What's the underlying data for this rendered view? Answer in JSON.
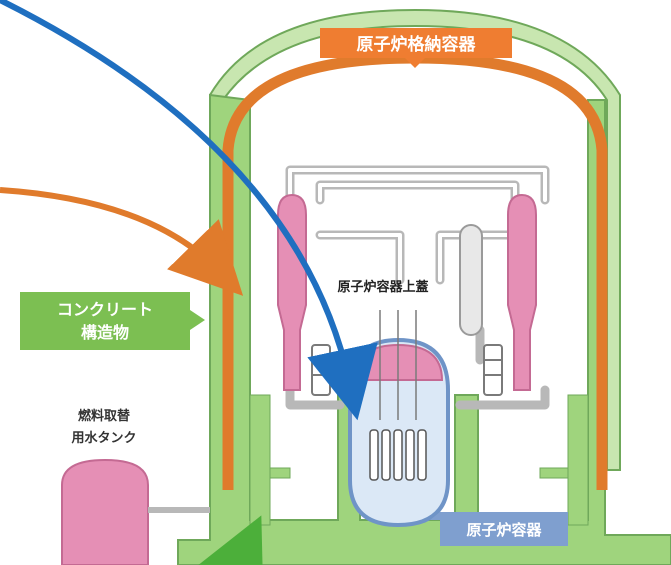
{
  "labels": {
    "containment_vessel": "原子炉格納容器",
    "concrete_structure_line1": "コンクリート",
    "concrete_structure_line2": "構造物",
    "vessel_head": "原子炉容器上蓋",
    "refueling_tank_line1": "燃料取替",
    "refueling_tank_line2": "用水タンク",
    "reactor_vessel": "原子炉容器"
  },
  "colors": {
    "concrete_green": "#9fd47d",
    "concrete_stroke": "#6fa85a",
    "label_green": "#7cbf52",
    "containment_orange": "#e07b2c",
    "label_orange": "#ef7d31",
    "arrow_blue": "#1f6fc0",
    "vessel_blue": "#8fb4e0",
    "label_blue": "#7f9fcf",
    "steam_generator_pink": "#e58fb5",
    "piping_gray": "#b8b8b8",
    "tank_pink": "#e58fb5"
  }
}
